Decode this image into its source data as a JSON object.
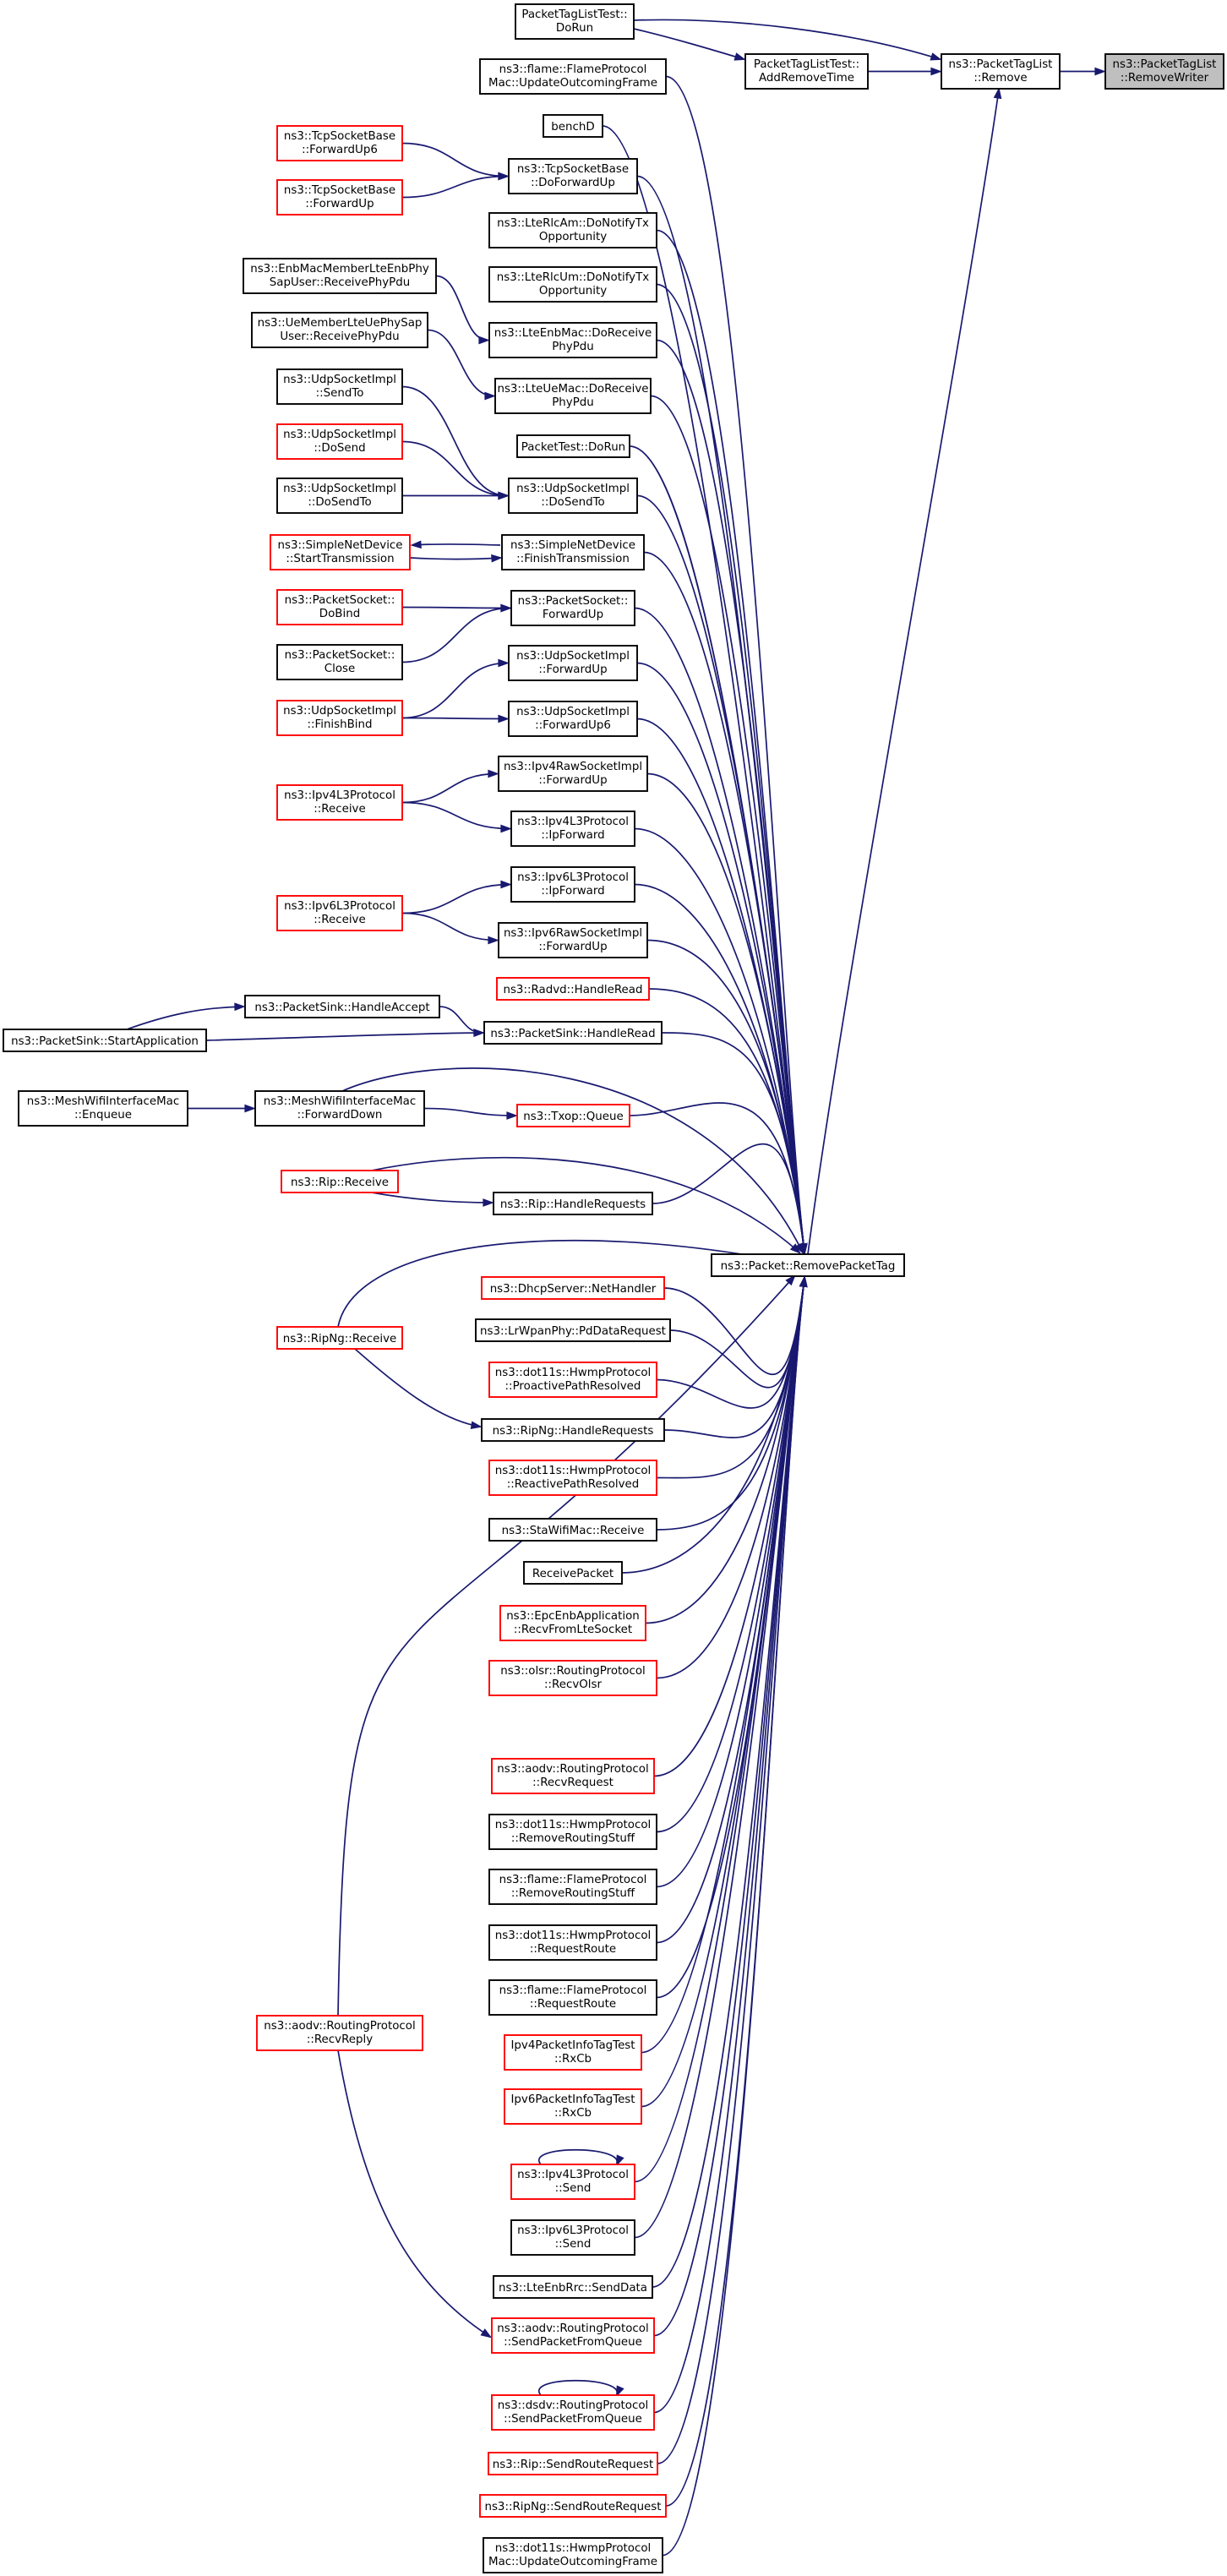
{
  "colors": {
    "edge": "#191970",
    "border_black": "#000000",
    "border_red": "#ff0000",
    "fill_white": "#ffffff",
    "fill_focus": "#bfbfbf"
  },
  "nodes": [
    {
      "id": "removewriter",
      "lines": [
        "ns3::PacketTagList",
        "::RemoveWriter"
      ],
      "border": "black",
      "focus": true
    },
    {
      "id": "ptl-remove",
      "lines": [
        "ns3::PacketTagList",
        "::Remove"
      ],
      "border": "black"
    },
    {
      "id": "ptlt-doRun",
      "lines": [
        "PacketTagListTest::",
        "DoRun"
      ],
      "border": "black"
    },
    {
      "id": "ptlt-addRemove",
      "lines": [
        "PacketTagListTest::",
        "AddRemoveTime"
      ],
      "border": "black"
    },
    {
      "id": "packet-rpt",
      "lines": [
        "ns3::Packet::RemovePacketTag"
      ],
      "border": "black"
    },
    {
      "id": "flame-uof",
      "lines": [
        "ns3::flame::FlameProtocol",
        "Mac::UpdateOutcomingFrame"
      ],
      "border": "black"
    },
    {
      "id": "benchD",
      "lines": [
        "benchD"
      ],
      "border": "black"
    },
    {
      "id": "tcp-fu6",
      "lines": [
        "ns3::TcpSocketBase",
        "::ForwardUp6"
      ],
      "border": "red"
    },
    {
      "id": "tcp-fu",
      "lines": [
        "ns3::TcpSocketBase",
        "::ForwardUp"
      ],
      "border": "red"
    },
    {
      "id": "tcp-dfu",
      "lines": [
        "ns3::TcpSocketBase",
        "::DoForwardUp"
      ],
      "border": "black"
    },
    {
      "id": "lterlcam",
      "lines": [
        "ns3::LteRlcAm::DoNotifyTx",
        "Opportunity"
      ],
      "border": "black"
    },
    {
      "id": "lterlcum",
      "lines": [
        "ns3::LteRlcUm::DoNotifyTx",
        "Opportunity"
      ],
      "border": "black"
    },
    {
      "id": "enbmacmember",
      "lines": [
        "ns3::EnbMacMemberLteEnbPhy",
        "SapUser::ReceivePhyPdu"
      ],
      "border": "black"
    },
    {
      "id": "lteenbmac-drpp",
      "lines": [
        "ns3::LteEnbMac::DoReceive",
        "PhyPdu"
      ],
      "border": "black"
    },
    {
      "id": "uemember",
      "lines": [
        "ns3::UeMemberLteUePhySap",
        "User::ReceivePhyPdu"
      ],
      "border": "black"
    },
    {
      "id": "lteuemac-drpp",
      "lines": [
        "ns3::LteUeMac::DoReceive",
        "PhyPdu"
      ],
      "border": "black"
    },
    {
      "id": "packettest-dorun",
      "lines": [
        "PacketTest::DoRun"
      ],
      "border": "black"
    },
    {
      "id": "udp-sendto",
      "lines": [
        "ns3::UdpSocketImpl",
        "::SendTo"
      ],
      "border": "black"
    },
    {
      "id": "udp-dosend",
      "lines": [
        "ns3::UdpSocketImpl",
        "::DoSend"
      ],
      "border": "red"
    },
    {
      "id": "udp-dosendto-l",
      "lines": [
        "ns3::UdpSocketImpl",
        "::DoSendTo"
      ],
      "border": "black"
    },
    {
      "id": "udp-dosendto",
      "lines": [
        "ns3::UdpSocketImpl",
        "::DoSendTo"
      ],
      "border": "black"
    },
    {
      "id": "snd-starttx",
      "lines": [
        "ns3::SimpleNetDevice",
        "::StartTransmission"
      ],
      "border": "red"
    },
    {
      "id": "snd-finishtx",
      "lines": [
        "ns3::SimpleNetDevice",
        "::FinishTransmission"
      ],
      "border": "black"
    },
    {
      "id": "ps-dobind",
      "lines": [
        "ns3::PacketSocket::",
        "DoBind"
      ],
      "border": "red"
    },
    {
      "id": "ps-close",
      "lines": [
        "ns3::PacketSocket::",
        "Close"
      ],
      "border": "black"
    },
    {
      "id": "ps-forwardup",
      "lines": [
        "ns3::PacketSocket::",
        "ForwardUp"
      ],
      "border": "black"
    },
    {
      "id": "udp-forwardup",
      "lines": [
        "ns3::UdpSocketImpl",
        "::ForwardUp"
      ],
      "border": "black"
    },
    {
      "id": "udp-finishbind",
      "lines": [
        "ns3::UdpSocketImpl",
        "::FinishBind"
      ],
      "border": "red"
    },
    {
      "id": "udp-forwardup6",
      "lines": [
        "ns3::UdpSocketImpl",
        "::ForwardUp6"
      ],
      "border": "black"
    },
    {
      "id": "ipv4raw-fu",
      "lines": [
        "ns3::Ipv4RawSocketImpl",
        "::ForwardUp"
      ],
      "border": "black"
    },
    {
      "id": "ipv4l3-receive",
      "lines": [
        "ns3::Ipv4L3Protocol",
        "::Receive"
      ],
      "border": "red"
    },
    {
      "id": "ipv4l3-ipforward",
      "lines": [
        "ns3::Ipv4L3Protocol",
        "::IpForward"
      ],
      "border": "black"
    },
    {
      "id": "ipv6l3-ipforward",
      "lines": [
        "ns3::Ipv6L3Protocol",
        "::IpForward"
      ],
      "border": "black"
    },
    {
      "id": "ipv6l3-receive",
      "lines": [
        "ns3::Ipv6L3Protocol",
        "::Receive"
      ],
      "border": "red"
    },
    {
      "id": "ipv6raw-fu",
      "lines": [
        "ns3::Ipv6RawSocketImpl",
        "::ForwardUp"
      ],
      "border": "black"
    },
    {
      "id": "radvd-hr",
      "lines": [
        "ns3::Radvd::HandleRead"
      ],
      "border": "red"
    },
    {
      "id": "packetsink-ha",
      "lines": [
        "ns3::PacketSink::HandleAccept"
      ],
      "border": "black"
    },
    {
      "id": "packetsink-sa",
      "lines": [
        "ns3::PacketSink::StartApplication"
      ],
      "border": "black"
    },
    {
      "id": "packetsink-hr",
      "lines": [
        "ns3::PacketSink::HandleRead"
      ],
      "border": "black"
    },
    {
      "id": "mesh-enqueue",
      "lines": [
        "ns3::MeshWifiInterfaceMac",
        "::Enqueue"
      ],
      "border": "black"
    },
    {
      "id": "mesh-forwarddown",
      "lines": [
        "ns3::MeshWifiInterfaceMac",
        "::ForwardDown"
      ],
      "border": "black"
    },
    {
      "id": "txop-queue",
      "lines": [
        "ns3::Txop::Queue"
      ],
      "border": "red"
    },
    {
      "id": "rip-receive",
      "lines": [
        "ns3::Rip::Receive"
      ],
      "border": "red"
    },
    {
      "id": "rip-hreq",
      "lines": [
        "ns3::Rip::HandleRequests"
      ],
      "border": "black"
    },
    {
      "id": "dhcp-nh",
      "lines": [
        "ns3::DhcpServer::NetHandler"
      ],
      "border": "red"
    },
    {
      "id": "lrwpan-pddr",
      "lines": [
        "ns3::LrWpanPhy::PdDataRequest"
      ],
      "border": "black"
    },
    {
      "id": "ripng-receive",
      "lines": [
        "ns3::RipNg::Receive"
      ],
      "border": "red"
    },
    {
      "id": "hwmp-ppr",
      "lines": [
        "ns3::dot11s::HwmpProtocol",
        "::ProactivePathResolved"
      ],
      "border": "red"
    },
    {
      "id": "ripng-hreq",
      "lines": [
        "ns3::RipNg::HandleRequests"
      ],
      "border": "black"
    },
    {
      "id": "hwmp-rpr",
      "lines": [
        "ns3::dot11s::HwmpProtocol",
        "::ReactivePathResolved"
      ],
      "border": "red"
    },
    {
      "id": "stawifi-receive",
      "lines": [
        "ns3::StaWifiMac::Receive"
      ],
      "border": "black"
    },
    {
      "id": "receivepacket",
      "lines": [
        "ReceivePacket"
      ],
      "border": "black"
    },
    {
      "id": "epc-rfls",
      "lines": [
        "ns3::EpcEnbApplication",
        "::RecvFromLteSocket"
      ],
      "border": "red"
    },
    {
      "id": "olsr-recv",
      "lines": [
        "ns3::olsr::RoutingProtocol",
        "::RecvOlsr"
      ],
      "border": "red"
    },
    {
      "id": "aodv-rreq",
      "lines": [
        "ns3::aodv::RoutingProtocol",
        "::RecvRequest"
      ],
      "border": "red"
    },
    {
      "id": "hwmp-rrs",
      "lines": [
        "ns3::dot11s::HwmpProtocol",
        "::RemoveRoutingStuff"
      ],
      "border": "black"
    },
    {
      "id": "flame-rrs",
      "lines": [
        "ns3::flame::FlameProtocol",
        "::RemoveRoutingStuff"
      ],
      "border": "black"
    },
    {
      "id": "hwmp-rr",
      "lines": [
        "ns3::dot11s::HwmpProtocol",
        "::RequestRoute"
      ],
      "border": "black"
    },
    {
      "id": "flame-rr",
      "lines": [
        "ns3::flame::FlameProtocol",
        "::RequestRoute"
      ],
      "border": "black"
    },
    {
      "id": "aodv-rreply",
      "lines": [
        "ns3::aodv::RoutingProtocol",
        "::RecvReply"
      ],
      "border": "red"
    },
    {
      "id": "ipv4pit-rxcb",
      "lines": [
        "Ipv4PacketInfoTagTest",
        "::RxCb"
      ],
      "border": "red"
    },
    {
      "id": "ipv6pit-rxcb",
      "lines": [
        "Ipv6PacketInfoTagTest",
        "::RxCb"
      ],
      "border": "red"
    },
    {
      "id": "ipv4l3-send",
      "lines": [
        "ns3::Ipv4L3Protocol",
        "::Send"
      ],
      "border": "red"
    },
    {
      "id": "ipv6l3-send",
      "lines": [
        "ns3::Ipv6L3Protocol",
        "::Send"
      ],
      "border": "black"
    },
    {
      "id": "lteenbrrc-sd",
      "lines": [
        "ns3::LteEnbRrc::SendData"
      ],
      "border": "black"
    },
    {
      "id": "aodv-spfq",
      "lines": [
        "ns3::aodv::RoutingProtocol",
        "::SendPacketFromQueue"
      ],
      "border": "red"
    },
    {
      "id": "dsdv-spfq",
      "lines": [
        "ns3::dsdv::RoutingProtocol",
        "::SendPacketFromQueue"
      ],
      "border": "red"
    },
    {
      "id": "rip-srr",
      "lines": [
        "ns3::Rip::SendRouteRequest"
      ],
      "border": "red"
    },
    {
      "id": "ripng-srr",
      "lines": [
        "ns3::RipNg::SendRouteRequest"
      ],
      "border": "red"
    },
    {
      "id": "hwmp-uof",
      "lines": [
        "ns3::dot11s::HwmpProtocol",
        "Mac::UpdateOutcomingFrame"
      ],
      "border": "black"
    }
  ],
  "edges": [
    [
      "ptl-remove",
      "removewriter"
    ],
    [
      "ptlt-doRun",
      "ptl-remove"
    ],
    [
      "ptlt-doRun",
      "ptlt-addRemove"
    ],
    [
      "ptlt-addRemove",
      "ptl-remove"
    ],
    [
      "packet-rpt",
      "ptl-remove"
    ],
    [
      "flame-uof",
      "packet-rpt"
    ],
    [
      "benchD",
      "packet-rpt"
    ],
    [
      "tcp-fu6",
      "tcp-dfu"
    ],
    [
      "tcp-fu",
      "tcp-dfu"
    ],
    [
      "tcp-dfu",
      "packet-rpt"
    ],
    [
      "lterlcam",
      "packet-rpt"
    ],
    [
      "lterlcum",
      "packet-rpt"
    ],
    [
      "enbmacmember",
      "lteenbmac-drpp"
    ],
    [
      "lteenbmac-drpp",
      "packet-rpt"
    ],
    [
      "uemember",
      "lteuemac-drpp"
    ],
    [
      "lteuemac-drpp",
      "packet-rpt"
    ],
    [
      "packettest-dorun",
      "packet-rpt"
    ],
    [
      "udp-sendto",
      "udp-dosendto"
    ],
    [
      "udp-dosend",
      "udp-dosendto"
    ],
    [
      "udp-dosendto-l",
      "udp-dosendto"
    ],
    [
      "udp-dosendto",
      "packet-rpt"
    ],
    [
      "snd-starttx",
      "snd-finishtx"
    ],
    [
      "snd-finishtx",
      "snd-starttx"
    ],
    [
      "snd-finishtx",
      "packet-rpt"
    ],
    [
      "ps-dobind",
      "ps-forwardup"
    ],
    [
      "ps-close",
      "ps-forwardup"
    ],
    [
      "ps-forwardup",
      "packet-rpt"
    ],
    [
      "udp-finishbind",
      "udp-forwardup"
    ],
    [
      "udp-finishbind",
      "udp-forwardup6"
    ],
    [
      "udp-forwardup",
      "packet-rpt"
    ],
    [
      "udp-forwardup6",
      "packet-rpt"
    ],
    [
      "ipv4l3-receive",
      "ipv4raw-fu"
    ],
    [
      "ipv4l3-receive",
      "ipv4l3-ipforward"
    ],
    [
      "ipv4raw-fu",
      "packet-rpt"
    ],
    [
      "ipv4l3-ipforward",
      "packet-rpt"
    ],
    [
      "ipv6l3-receive",
      "ipv6l3-ipforward"
    ],
    [
      "ipv6l3-receive",
      "ipv6raw-fu"
    ],
    [
      "ipv6l3-ipforward",
      "packet-rpt"
    ],
    [
      "ipv6raw-fu",
      "packet-rpt"
    ],
    [
      "radvd-hr",
      "packet-rpt"
    ],
    [
      "packetsink-sa",
      "packetsink-ha"
    ],
    [
      "packetsink-sa",
      "packetsink-hr"
    ],
    [
      "packetsink-ha",
      "packetsink-hr"
    ],
    [
      "packetsink-hr",
      "packet-rpt"
    ],
    [
      "mesh-enqueue",
      "mesh-forwarddown"
    ],
    [
      "mesh-forwarddown",
      "packet-rpt"
    ],
    [
      "mesh-forwarddown",
      "txop-queue"
    ],
    [
      "txop-queue",
      "packet-rpt"
    ],
    [
      "rip-receive",
      "packet-rpt"
    ],
    [
      "rip-receive",
      "rip-hreq"
    ],
    [
      "rip-hreq",
      "packet-rpt"
    ],
    [
      "dhcp-nh",
      "packet-rpt"
    ],
    [
      "lrwpan-pddr",
      "packet-rpt"
    ],
    [
      "ripng-receive",
      "packet-rpt"
    ],
    [
      "ripng-receive",
      "ripng-hreq"
    ],
    [
      "ripng-hreq",
      "packet-rpt"
    ],
    [
      "hwmp-ppr",
      "packet-rpt"
    ],
    [
      "hwmp-rpr",
      "packet-rpt"
    ],
    [
      "stawifi-receive",
      "packet-rpt"
    ],
    [
      "receivepacket",
      "packet-rpt"
    ],
    [
      "epc-rfls",
      "packet-rpt"
    ],
    [
      "olsr-recv",
      "packet-rpt"
    ],
    [
      "aodv-rreq",
      "packet-rpt"
    ],
    [
      "hwmp-rrs",
      "packet-rpt"
    ],
    [
      "flame-rrs",
      "packet-rpt"
    ],
    [
      "hwmp-rr",
      "packet-rpt"
    ],
    [
      "flame-rr",
      "packet-rpt"
    ],
    [
      "aodv-rreply",
      "packet-rpt"
    ],
    [
      "aodv-rreply",
      "aodv-spfq"
    ],
    [
      "ipv4pit-rxcb",
      "packet-rpt"
    ],
    [
      "ipv6pit-rxcb",
      "packet-rpt"
    ],
    [
      "ipv4l3-send",
      "ipv4l3-send"
    ],
    [
      "ipv4l3-send",
      "packet-rpt"
    ],
    [
      "ipv6l3-send",
      "packet-rpt"
    ],
    [
      "lteenbrrc-sd",
      "packet-rpt"
    ],
    [
      "aodv-spfq",
      "packet-rpt"
    ],
    [
      "dsdv-spfq",
      "dsdv-spfq"
    ],
    [
      "dsdv-spfq",
      "packet-rpt"
    ],
    [
      "rip-srr",
      "packet-rpt"
    ],
    [
      "ripng-srr",
      "packet-rpt"
    ],
    [
      "hwmp-uof",
      "packet-rpt"
    ]
  ]
}
